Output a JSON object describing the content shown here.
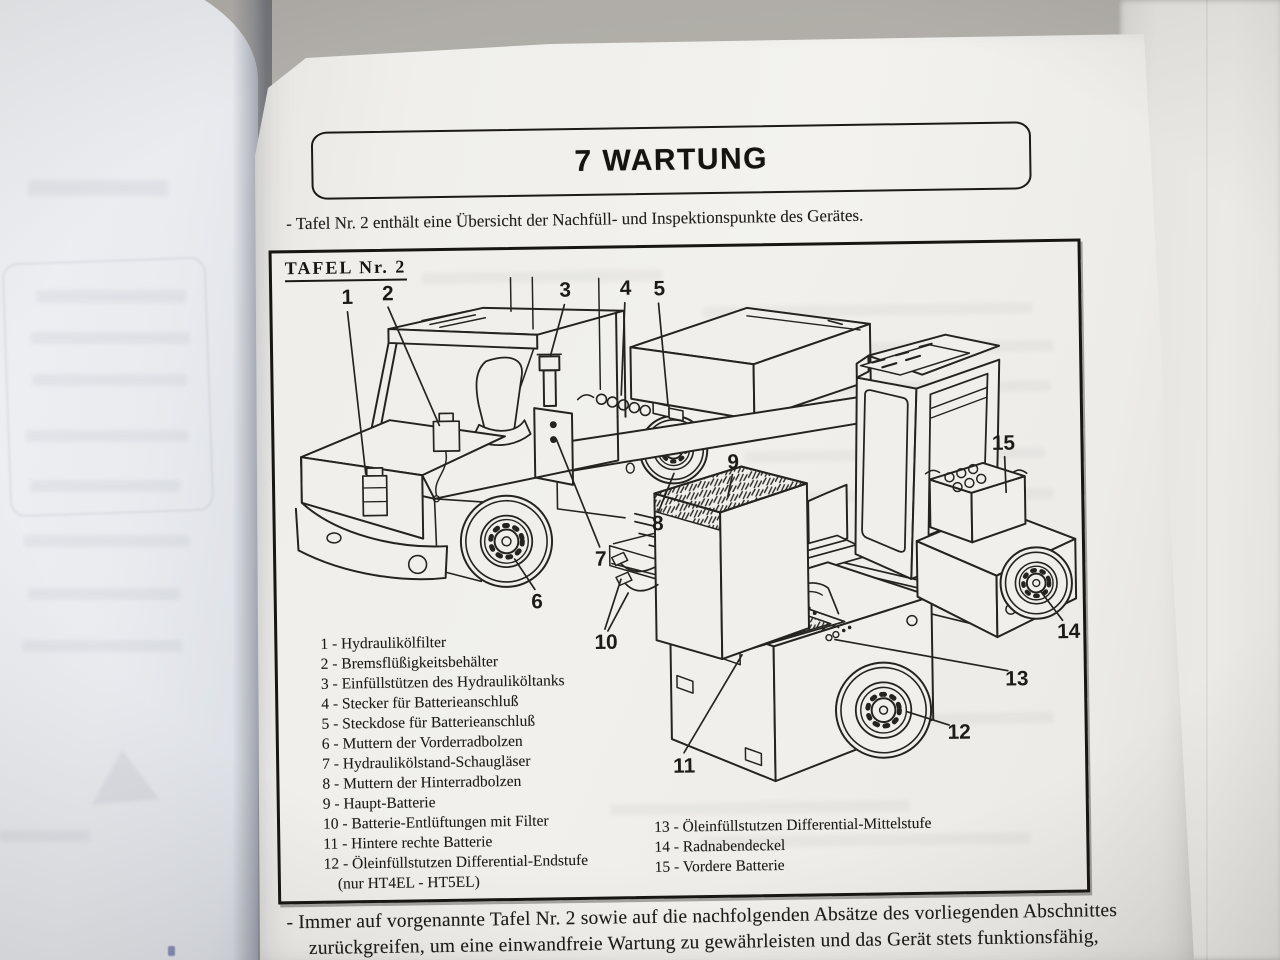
{
  "page": {
    "chapter_title": "7 WARTUNG",
    "intro": "- Tafel Nr. 2 enthält eine Übersicht der Nachfüll- und Inspektionspunkte des Gerätes.",
    "panel": {
      "title": "TAFEL Nr. 2",
      "callouts": [
        "1",
        "2",
        "3",
        "4",
        "5",
        "6",
        "7",
        "8",
        "9",
        "10",
        "11",
        "12",
        "13",
        "14",
        "15"
      ],
      "legend_left": [
        "1 - Hydraulikölfilter",
        "2 - Bremsflüßigkeitsbehälter",
        "3 - Einfüllstützen des Hydrauliköltanks",
        "4 - Stecker für Batterieanschluß",
        "5 - Steckdose für Batterieanschluß",
        "6 - Muttern der Vorderradbolzen",
        "7 - Hydraulikölstand-Schaugläser",
        "8 - Muttern der Hinterradbolzen",
        "9 - Haupt-Batterie",
        "10 - Batterie-Entlüftungen mit Filter",
        "11 - Hintere rechte Batterie",
        "12 - Öleinfüllstutzen Differential-Endstufe"
      ],
      "legend_left_note": "(nur HT4EL - HT5EL)",
      "legend_right": [
        "13 - Öleinfüllstutzen Differential-Mittelstufe",
        "14 - Radnabendeckel",
        "15 - Vordere Batterie"
      ]
    },
    "footer_line1": "- Immer auf vorgenannte Tafel Nr. 2 sowie auf die nachfolgenden Absätze des vorliegenden Abschnittes",
    "footer_line2": "zurückgreifen, um eine einwandfreie Wartung zu gewährleisten und das Gerät stets funktionsfähig,"
  }
}
